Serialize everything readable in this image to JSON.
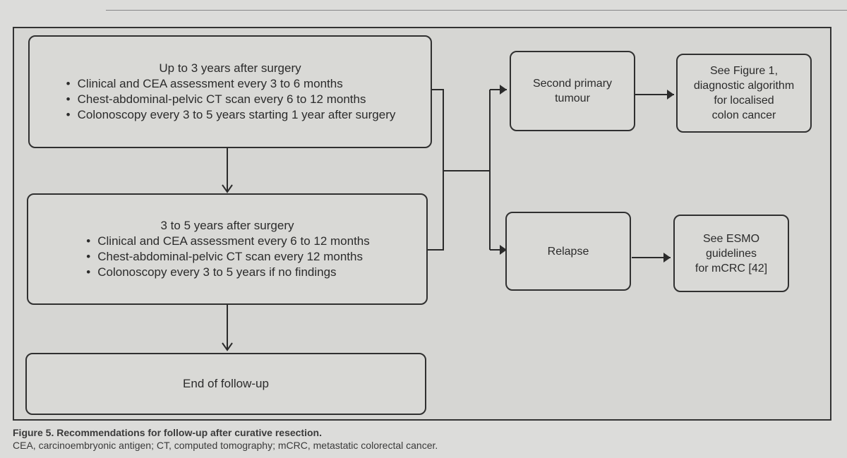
{
  "boxes": {
    "stage1": {
      "title": "Up to 3 years after surgery",
      "items": [
        "Clinical and CEA assessment every 3 to 6 months",
        "Chest-abdominal-pelvic CT scan every 6 to 12 months",
        "Colonoscopy every 3 to 5 years starting 1 year after surgery"
      ]
    },
    "stage2": {
      "title": "3 to 5 years after surgery",
      "items": [
        "Clinical and CEA assessment every 6 to 12 months",
        "Chest-abdominal-pelvic CT scan every 12 months",
        "Colonoscopy every 3 to 5 years if no findings"
      ]
    },
    "end": {
      "label": "End of follow-up"
    },
    "second_primary": {
      "line1": "Second primary",
      "line2": "tumour"
    },
    "relapse": {
      "label": "Relapse"
    },
    "see_fig1": {
      "lines": [
        "See Figure 1,",
        "diagnostic algorithm",
        "for localised",
        "colon cancer"
      ]
    },
    "see_esmo": {
      "lines": [
        "See ESMO",
        "guidelines",
        "for mCRC [42]"
      ]
    }
  },
  "caption": {
    "title": "Figure 5. Recommendations for follow-up after curative resection.",
    "abbrev": "CEA, carcinoembryonic antigen; CT, computed tomography; mCRC, metastatic colorectal cancer."
  }
}
